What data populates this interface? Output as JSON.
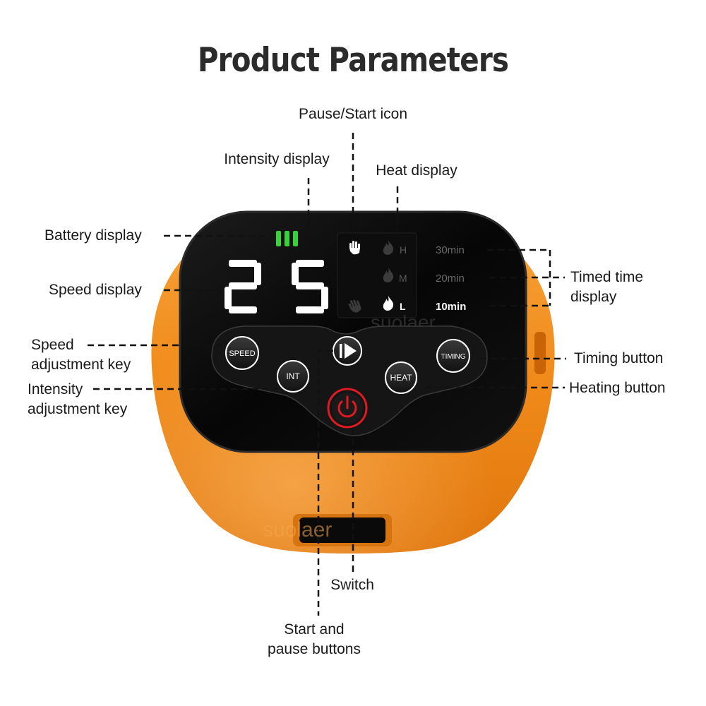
{
  "title": "Product Parameters",
  "brand": "suolaer",
  "labels": {
    "pause_start_icon": "Pause/Start icon",
    "intensity_display": "Intensity display",
    "heat_display": "Heat display",
    "battery_display": "Battery display",
    "speed_display": "Speed display",
    "timed_time_display_1": "Timed time",
    "timed_time_display_2": "display",
    "speed_key_1": "Speed",
    "speed_key_2": "adjustment key",
    "intensity_key_1": "Intensity",
    "intensity_key_2": "adjustment key",
    "timing_button": "Timing button",
    "heating_button": "Heating button",
    "switch": "Switch",
    "start_pause_1": "Start and",
    "start_pause_2": "pause buttons"
  },
  "display": {
    "speed_digit_1": "2",
    "speed_digit_2": "5",
    "battery_bars": 3,
    "heat_levels": [
      "H",
      "M",
      "L"
    ],
    "active_heat_level": "L",
    "timer_options": [
      "30min",
      "20min",
      "10min"
    ],
    "active_timer": "10min"
  },
  "buttons": {
    "speed": "SPEED",
    "int": "INT",
    "heat": "HEAT",
    "timing": "TIMING"
  },
  "colors": {
    "housing": "#f08c1e",
    "panel": "#0a0a0a",
    "battery": "#39d23a",
    "power": "#e01a22"
  }
}
